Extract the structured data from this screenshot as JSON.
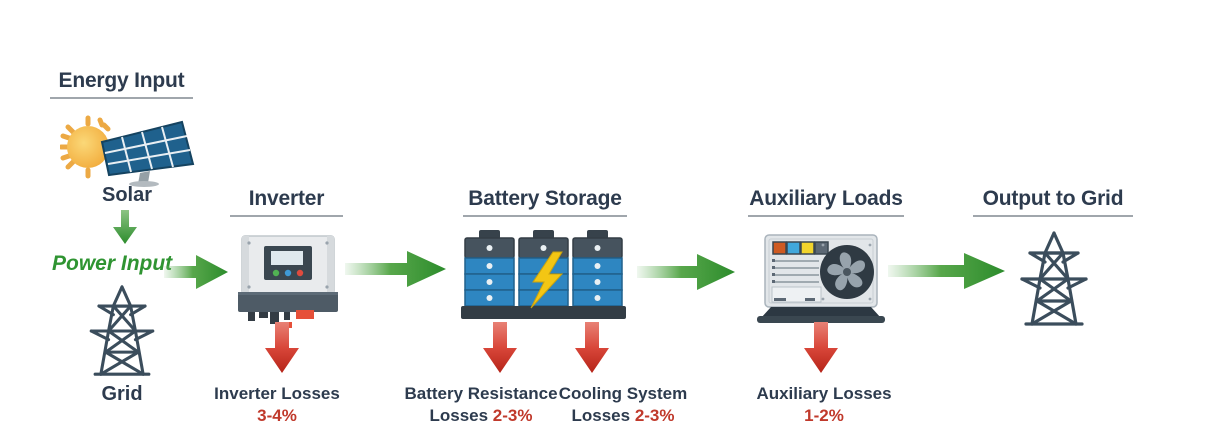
{
  "input": {
    "heading": "Energy Input",
    "solar_label": "Solar",
    "grid_label": "Grid",
    "power_input": "Power Input"
  },
  "stages": [
    {
      "title": "Inverter"
    },
    {
      "title": "Battery Storage"
    },
    {
      "title": "Auxiliary Loads"
    },
    {
      "title": "Output to Grid"
    }
  ],
  "losses": [
    {
      "name": "Inverter Losses",
      "prefix": "",
      "value": "3-4%"
    },
    {
      "name": "Battery Resistance",
      "prefix": "Losses ",
      "value": "2-3%"
    },
    {
      "name": "Cooling System",
      "prefix": "Losses ",
      "value": "2-3%"
    },
    {
      "name": "Auxiliary Losses",
      "prefix": "",
      "value": "1-2%"
    }
  ],
  "icons": {
    "solar": "sun-with-solar-panel",
    "grid": "transmission-tower",
    "inverter": "inverter-unit",
    "battery": "battery-rack-with-lightning-bolt",
    "auxiliary": "cooling-fan-unit",
    "output": "transmission-tower",
    "flow": "green-right-arrow",
    "loss": "red-down-arrow"
  },
  "colors": {
    "heading_navy": "#2d3b4e",
    "flow_green": "#2c8c2c",
    "loss_red": "#c0392b",
    "battery_blue": "#2e86c1",
    "bolt_yellow": "#f3c614"
  }
}
